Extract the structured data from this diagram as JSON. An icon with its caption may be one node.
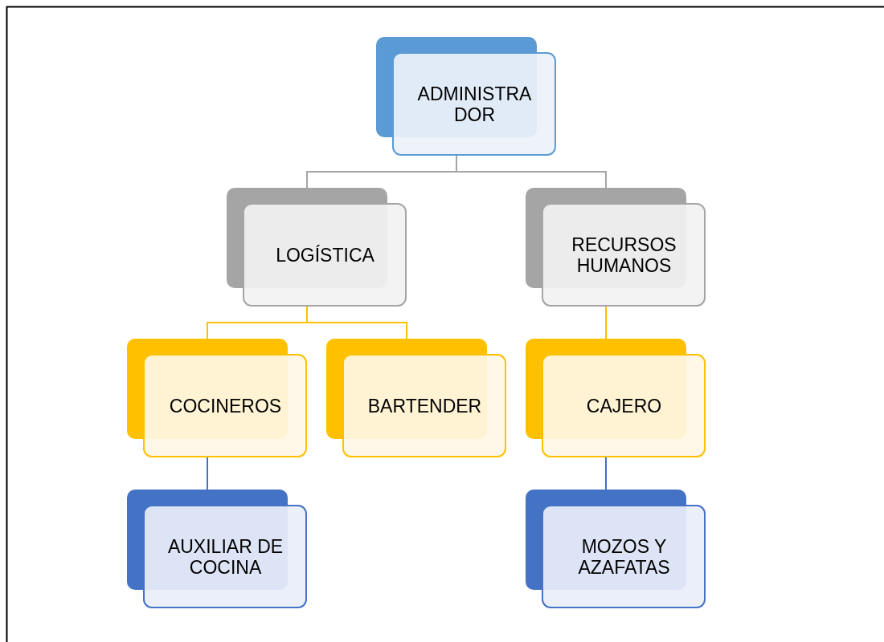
{
  "diagram": {
    "nodes": [
      {
        "text": [
          "ADMINISTRA DOR"
        ]
      },
      {
        "text": [
          "LOGÍSTICA"
        ]
      },
      {
        "text": [
          "RECURSOS HUMANOS"
        ]
      },
      {
        "text": [
          "COCINEROS"
        ]
      },
      {
        "text": [
          "BARTENDER"
        ]
      },
      {
        "text": [
          "CAJERO"
        ]
      },
      {
        "text": [
          "AUXILIAR DE COCINA"
        ]
      },
      {
        "text": [
          "MOZOS Y AZAFATAS"
        ]
      }
    ],
    "edges": [
      {
        "from": 0,
        "to": 1,
        "arrow": "none",
        "color": "#a5a5a5"
      },
      {
        "from": 0,
        "to": 2,
        "arrow": "none",
        "color": "#a5a5a5"
      },
      {
        "from": 1,
        "to": 3,
        "arrow": "none"
      },
      {
        "from": 1,
        "to": 4,
        "arrow": "none"
      },
      {
        "from": 2,
        "to": 5,
        "arrow": "none"
      },
      {
        "from": 3,
        "to": 6,
        "arrow": "none",
        "color": "#4472c4"
      },
      {
        "from": 5,
        "to": 7,
        "arrow": "none",
        "color": "#4472c4"
      }
    ]
  }
}
